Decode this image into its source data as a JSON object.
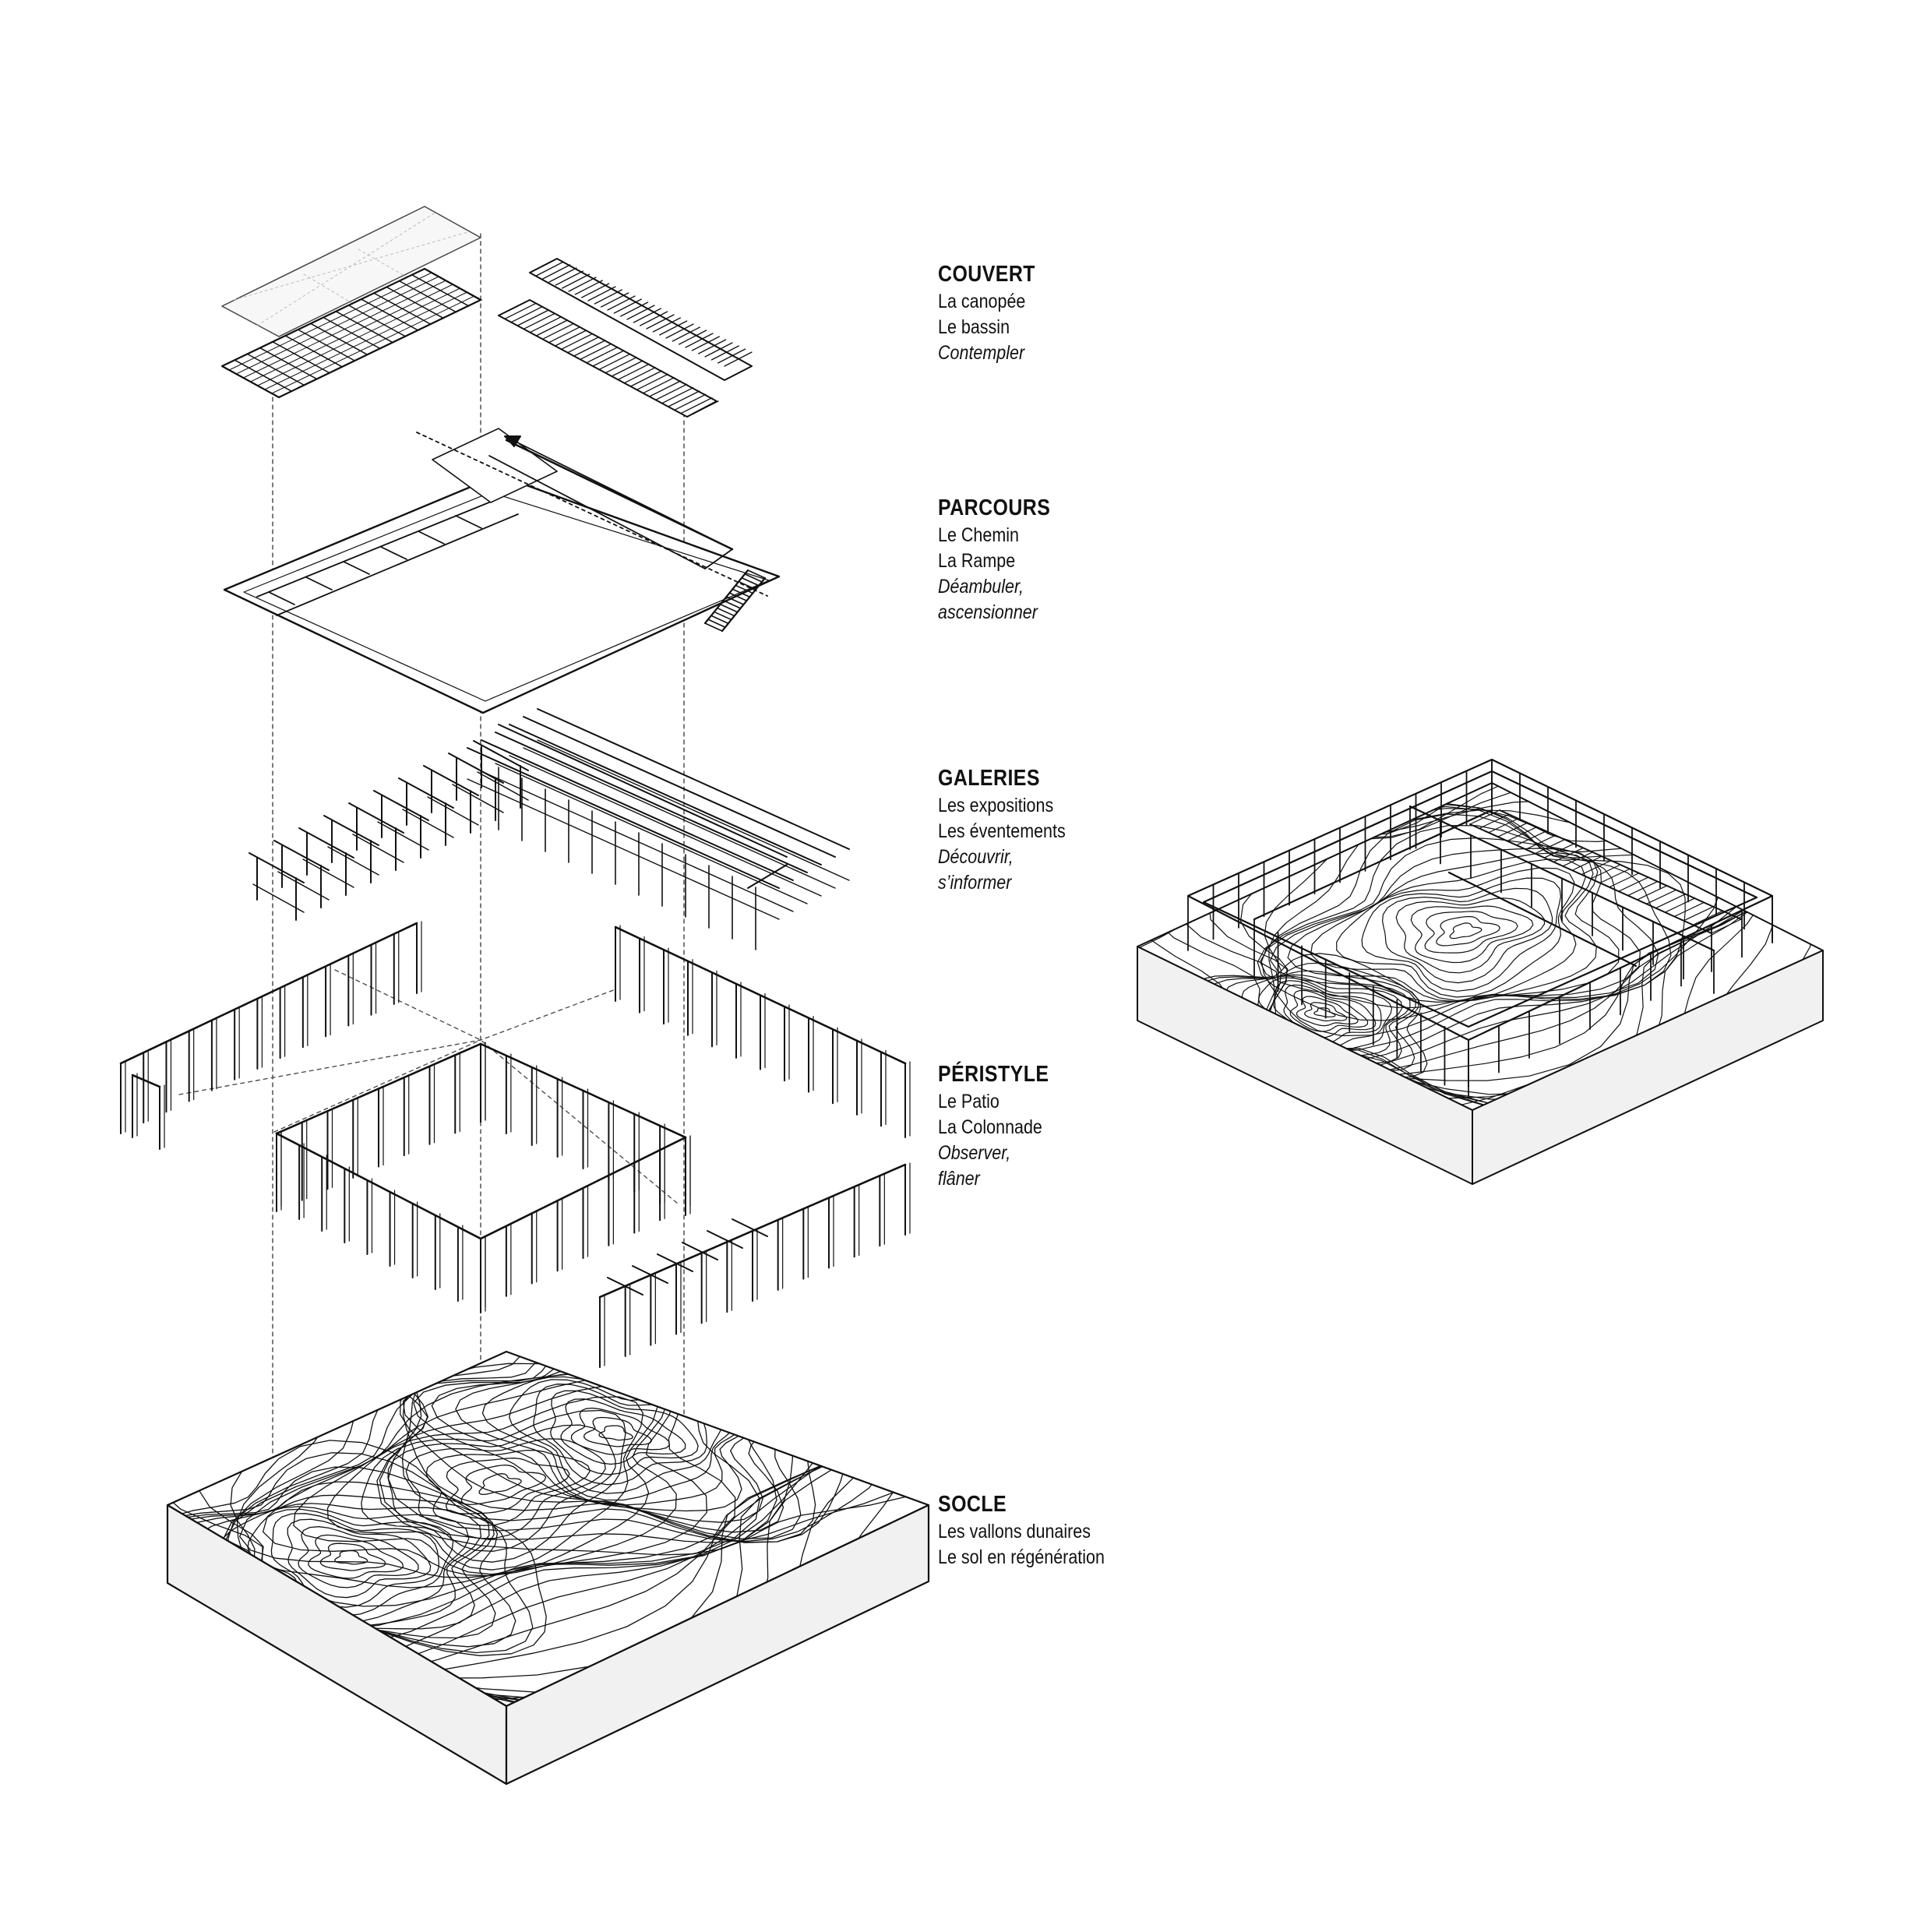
{
  "layers": [
    {
      "key": "couvert",
      "title": "COUVERT",
      "lines": [
        {
          "text": "La canopée",
          "italic": false
        },
        {
          "text": "Le bassin",
          "italic": false
        },
        {
          "text": "Contempler",
          "italic": true
        }
      ]
    },
    {
      "key": "parcours",
      "title": "PARCOURS",
      "lines": [
        {
          "text": "Le Chemin",
          "italic": false
        },
        {
          "text": "La Rampe",
          "italic": false
        },
        {
          "text": "Déambuler,",
          "italic": true
        },
        {
          "text": "ascensionner",
          "italic": true
        }
      ]
    },
    {
      "key": "galeries",
      "title": "GALERIES",
      "lines": [
        {
          "text": "Les expositions",
          "italic": false
        },
        {
          "text": "Les éventements",
          "italic": false
        },
        {
          "text": "Découvrir,",
          "italic": true
        },
        {
          "text": "s’informer",
          "italic": true
        }
      ]
    },
    {
      "key": "peristyle",
      "title": "PÉRISTYLE",
      "lines": [
        {
          "text": "Le Patio",
          "italic": false
        },
        {
          "text": "La Colonnade",
          "italic": false
        },
        {
          "text": "Observer,",
          "italic": true
        },
        {
          "text": "flâner",
          "italic": true
        }
      ]
    },
    {
      "key": "socle",
      "title": "SOCLE",
      "lines": [
        {
          "text": "Les vallons dunaires",
          "italic": false
        },
        {
          "text": "Le sol en régénération",
          "italic": false
        }
      ]
    }
  ],
  "colors": {
    "ink": "#111111",
    "block_side": "#f1f1f1",
    "background": "#ffffff"
  }
}
